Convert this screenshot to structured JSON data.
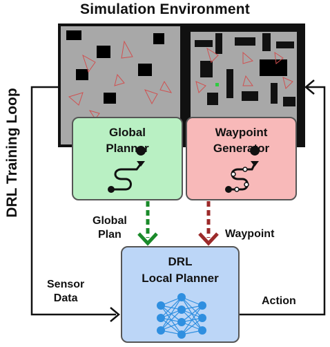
{
  "title": "Simulation Environment",
  "loop_label": "DRL Training Loop",
  "global_planner": {
    "line1": "Global",
    "line2": "Planner"
  },
  "waypoint_generator": {
    "line1": "Waypoint",
    "line2": "Generator"
  },
  "drl_planner": {
    "line1": "DRL",
    "line2": "Local Planner"
  },
  "edges": {
    "global_plan": {
      "line1": "Global",
      "line2": "Plan"
    },
    "waypoint": "Waypoint",
    "sensor_data": {
      "line1": "Sensor",
      "line2": "Data"
    },
    "action": "Action"
  },
  "colors": {
    "global_fill": "#b9f0c3",
    "waypoint_fill": "#f8b9b9",
    "drl_fill": "#bcd6f7",
    "global_arrow": "#1a8a2a",
    "waypoint_arrow": "#9c2a2a",
    "map_fill": "#a8a8a8",
    "network": "#2f8fe0"
  }
}
